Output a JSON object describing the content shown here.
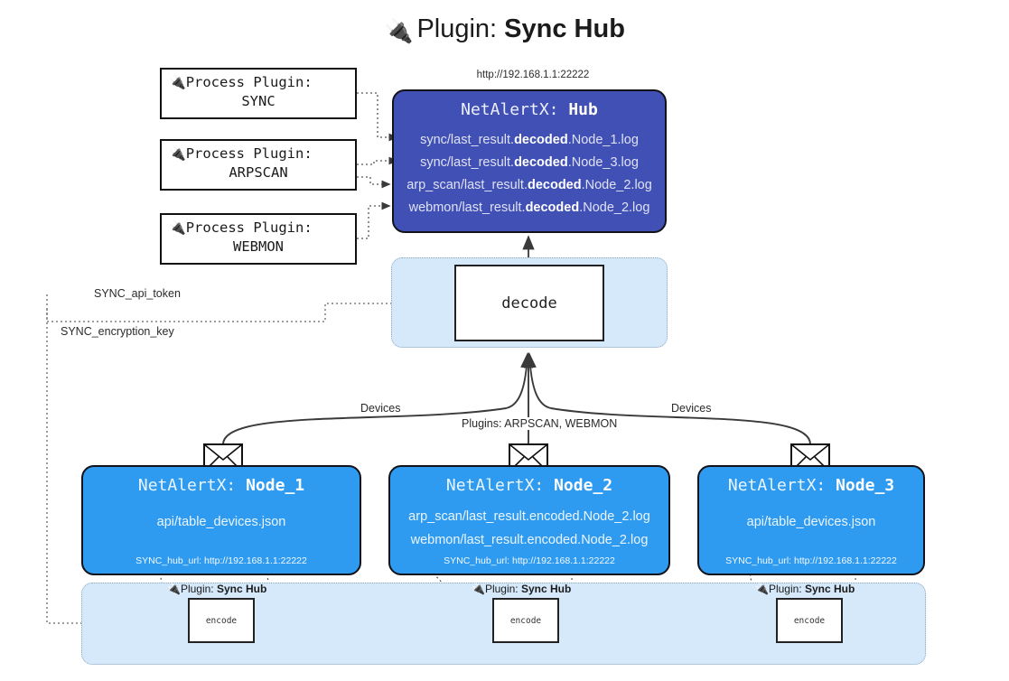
{
  "header": {
    "icon": "plug-icon",
    "prefix": "Plugin:",
    "name": "Sync Hub"
  },
  "hub": {
    "url": "http://192.168.1.1:22222",
    "title_prefix": "NetAlertX:",
    "title_name": "Hub",
    "logs": [
      {
        "pre": "sync/last_result.",
        "em": "decoded",
        "post": ".Node_1.log"
      },
      {
        "pre": "sync/last_result.",
        "em": "decoded",
        "post": ".Node_3.log"
      },
      {
        "pre": "arp_scan/last_result.",
        "em": "decoded",
        "post": ".Node_2.log"
      },
      {
        "pre": "webmon/last_result.",
        "em": "decoded",
        "post": ".Node_2.log"
      }
    ]
  },
  "process_plugins": [
    {
      "label": "Process Plugin:",
      "name": "SYNC",
      "icon": "plug-icon"
    },
    {
      "label": "Process Plugin:",
      "name": "ARPSCAN",
      "icon": "plug-icon"
    },
    {
      "label": "Process Plugin:",
      "name": "WEBMON",
      "icon": "plug-icon"
    }
  ],
  "decode": {
    "label": "decode"
  },
  "settings_edges": [
    {
      "label": "SYNC_api_token"
    },
    {
      "label": "SYNC_encryption_key"
    }
  ],
  "flow_labels": {
    "devices_left": "Devices",
    "devices_right": "Devices",
    "plugins_center": "Plugins: ARPSCAN, WEBMON"
  },
  "nodes": [
    {
      "title_prefix": "NetAlertX:",
      "title_name": "Node_1",
      "lines": [
        "api/table_devices.json"
      ],
      "hub_url_label": "SYNC_hub_url: http://192.168.1.1:22222",
      "mail_icon": "envelope-icon"
    },
    {
      "title_prefix": "NetAlertX:",
      "title_name": "Node_2",
      "lines": [
        "arp_scan/last_result.encoded.Node_2.log",
        "webmon/last_result.encoded.Node_2.log"
      ],
      "hub_url_label": "SYNC_hub_url: http://192.168.1.1:22222",
      "mail_icon": "envelope-icon"
    },
    {
      "title_prefix": "NetAlertX:",
      "title_name": "Node_3",
      "lines": [
        "api/table_devices.json"
      ],
      "hub_url_label": "SYNC_hub_url: http://192.168.1.1:22222",
      "mail_icon": "envelope-icon"
    }
  ],
  "encoders": [
    {
      "plugin_prefix": "Plugin:",
      "plugin_name": "Sync Hub",
      "label": "encode",
      "icon": "plug-icon"
    },
    {
      "plugin_prefix": "Plugin:",
      "plugin_name": "Sync Hub",
      "label": "encode",
      "icon": "plug-icon"
    },
    {
      "plugin_prefix": "Plugin:",
      "plugin_name": "Sync Hub",
      "label": "encode",
      "icon": "plug-icon"
    }
  ],
  "colors": {
    "hub_fill": "#4150b5",
    "node_fill": "#2f9bf0",
    "container_fill": "#d6e9fa",
    "stroke": "#12121a"
  }
}
